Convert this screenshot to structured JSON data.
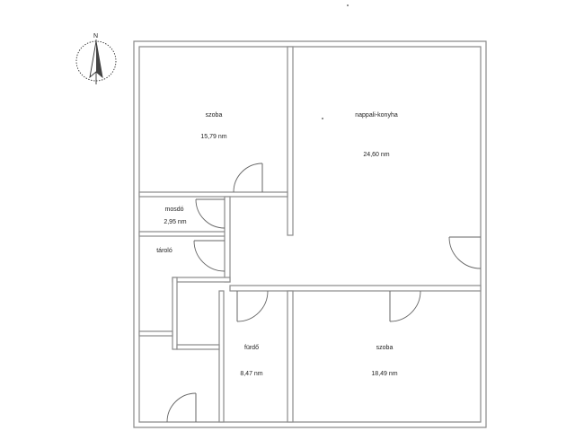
{
  "compass": {
    "north_label": "N",
    "icon": "north-arrow-icon"
  },
  "rooms": [
    {
      "id": "szoba-1",
      "name": "szoba",
      "area": "15,79 nm"
    },
    {
      "id": "nappali",
      "name": "nappali-konyha",
      "area": "24,60 nm"
    },
    {
      "id": "mosdo",
      "name": "mosdó",
      "area": "2,95 nm"
    },
    {
      "id": "tarolo",
      "name": "tároló",
      "area": ""
    },
    {
      "id": "furdo",
      "name": "fürdő",
      "area": "8,47 nm"
    },
    {
      "id": "szoba-2",
      "name": "szoba",
      "area": "18,49 nm"
    }
  ],
  "colors": {
    "wall": "#8a8a8a",
    "text": "#222222",
    "background": "#ffffff"
  }
}
